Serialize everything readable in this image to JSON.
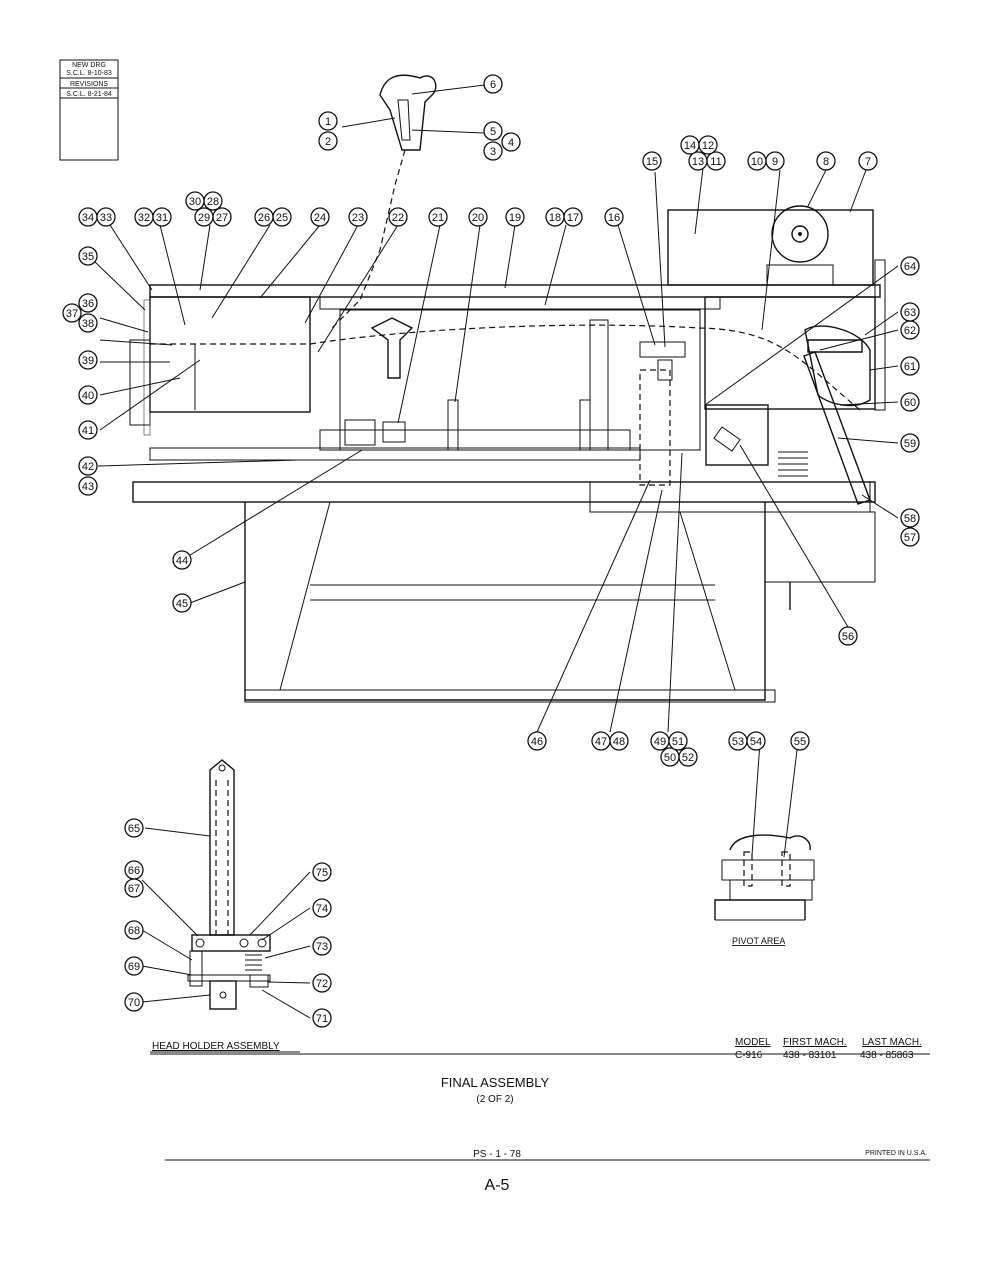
{
  "revision_block": {
    "rows": [
      "NEW DRG",
      "S.C.L. 8-10-83",
      "REVISIONS",
      "S.C.L. 8-21-84"
    ]
  },
  "callouts": [
    "1",
    "2",
    "3",
    "4",
    "5",
    "6",
    "7",
    "8",
    "9",
    "10",
    "11",
    "12",
    "13",
    "14",
    "15",
    "16",
    "17",
    "18",
    "19",
    "20",
    "21",
    "22",
    "23",
    "24",
    "25",
    "26",
    "27",
    "28",
    "29",
    "30",
    "31",
    "32",
    "33",
    "34",
    "35",
    "36",
    "37",
    "38",
    "39",
    "40",
    "41",
    "42",
    "43",
    "44",
    "45",
    "46",
    "47",
    "48",
    "49",
    "50",
    "51",
    "52",
    "53",
    "54",
    "55",
    "56",
    "57",
    "58",
    "59",
    "60",
    "61",
    "62",
    "63",
    "64",
    "65",
    "66",
    "67",
    "68",
    "69",
    "70",
    "71",
    "72",
    "73",
    "74",
    "75"
  ],
  "labels": {
    "head_holder": "HEAD HOLDER ASSEMBLY",
    "pivot_area": "PIVOT AREA",
    "title": "FINAL ASSEMBLY",
    "subtitle": "(2 OF 2)",
    "part_sheet": "PS - 1 - 78",
    "printed": "PRINTED IN U.S.A.",
    "page": "A-5"
  },
  "model_table": {
    "headers": [
      "MODEL",
      "FIRST MACH.",
      "LAST MACH."
    ],
    "row": [
      "C-916",
      "438 - 83101",
      "438 - 85863"
    ]
  }
}
